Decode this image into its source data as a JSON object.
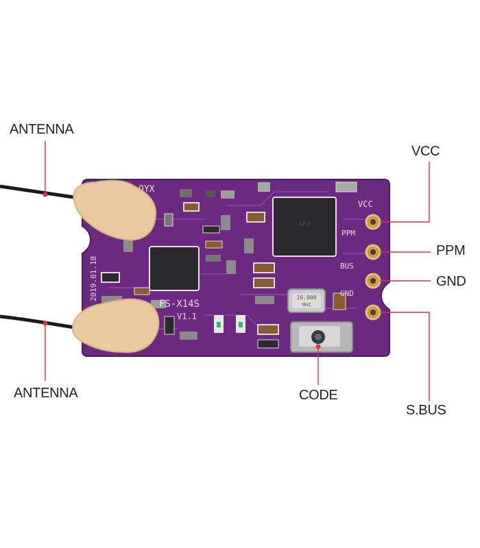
{
  "callouts": {
    "antenna_top": "ANTENNA",
    "antenna_bottom": "ANTENNA",
    "vcc": "VCC",
    "ppm": "PPM",
    "gnd": "GND",
    "code": "CODE",
    "sbus": "S.BUS"
  },
  "board": {
    "model": "FS-X14S",
    "version": "V1.1",
    "date": "2019.01.18",
    "crystal_line1": "16.000",
    "crystal_line2": "MHZ",
    "pin_labels": {
      "vcc": "VCC",
      "ppm": "PPM",
      "sbus": "BUS",
      "gnd": "GND"
    }
  },
  "colors": {
    "pcb": "#6b2a80",
    "pcb_edge": "#4f1a60",
    "leader_line": "#e0303c",
    "silkscreen": "#e9dcef",
    "glue": "#e9c9a0",
    "chip": "#2a2a2c",
    "pad": "#c89b4a"
  }
}
